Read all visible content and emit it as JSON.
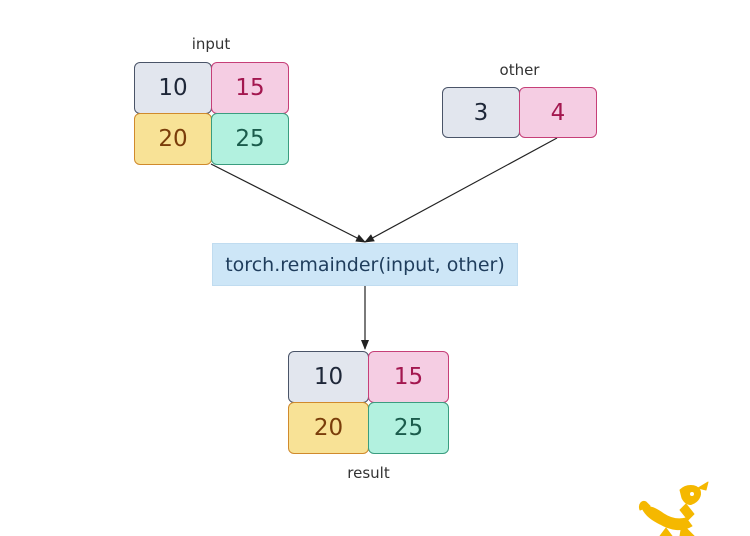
{
  "input": {
    "label": "input",
    "cells": [
      "10",
      "15",
      "20",
      "25"
    ]
  },
  "other": {
    "label": "other",
    "cells": [
      "3",
      "4"
    ]
  },
  "operation": {
    "text": "torch.remainder(input, other)"
  },
  "result": {
    "label": "result",
    "cells": [
      "10",
      "15",
      "20",
      "25"
    ]
  },
  "colors": {
    "gray_fill": "#e2e6ee",
    "pink_fill": "#f5cde3",
    "yellow_fill": "#f8e296",
    "teal_fill": "#b2f1df",
    "op_fill": "#cde6f7",
    "logo": "#f5b800"
  },
  "icons": {
    "logo": "yellow-mascot-logo-icon"
  }
}
